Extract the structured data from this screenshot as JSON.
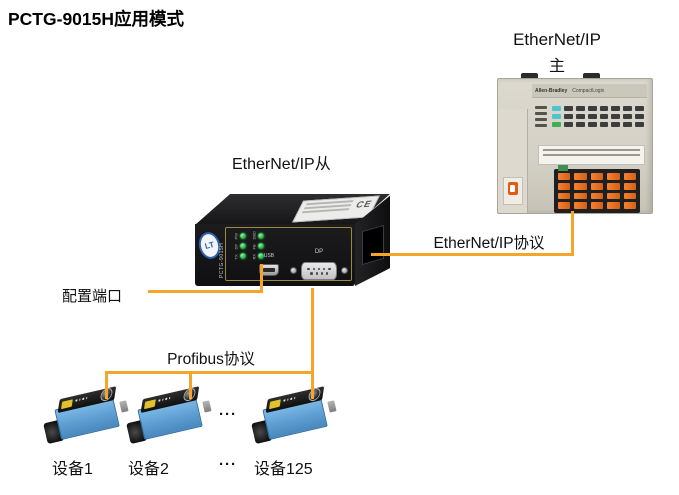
{
  "title": "PCTG-9015H应用模式",
  "plc": {
    "caption_line1": "EtherNet/IP",
    "caption_line2": "主",
    "brand": "Allen-Bradley",
    "model": "CompactLogix"
  },
  "gateway": {
    "caption": "EtherNet/IP从",
    "model": "PCTG-9015H",
    "logo_mark": "LT",
    "usb_label": "USB",
    "dp_label": "DP",
    "ce_mark": "CE",
    "led_labels_left": [
      "PW",
      "DP",
      "TX"
    ],
    "led_labels_right": [
      "DBD",
      "FB",
      "RX"
    ]
  },
  "connections": {
    "ethernet_label": "EtherNet/IP协议",
    "profibus_label": "Profibus协议",
    "config_label": "配置端口",
    "line_color": "#F5A42C"
  },
  "devices": {
    "ellipsis": "···",
    "items": [
      {
        "label": "设备1"
      },
      {
        "label": "设备2"
      },
      {
        "label": "设备125"
      }
    ]
  }
}
